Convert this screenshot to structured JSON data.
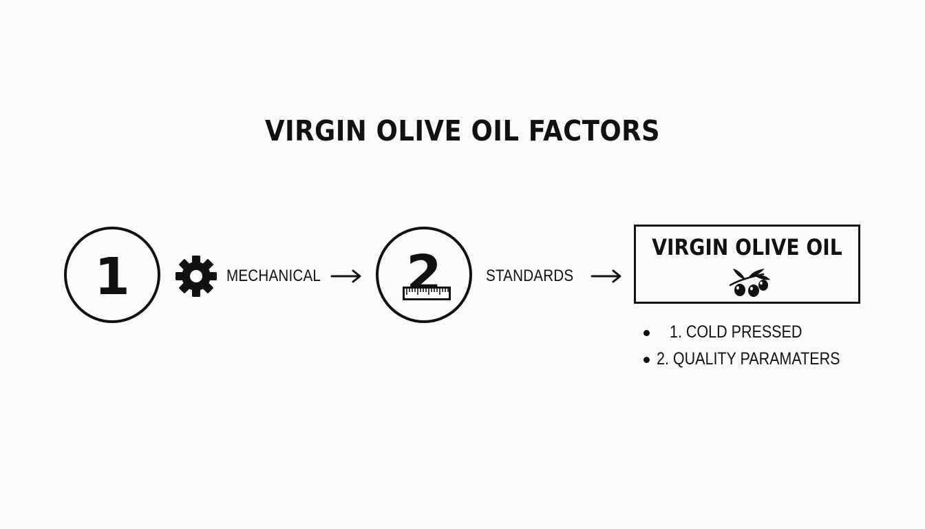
{
  "title": "VIRGIN OLIVE OIL FACTORS",
  "steps": [
    {
      "number": "1",
      "label": "MECHANICAL",
      "icon": "gear-icon"
    },
    {
      "number": "2",
      "label": "STANDARDS",
      "icon": "ruler-icon"
    }
  ],
  "result": {
    "title": "VIRGIN OLIVE OIL",
    "icon": "olive-branch-icon"
  },
  "bullets": [
    "1. COLD PRESSED",
    "2. QUALITY PARAMATERS"
  ],
  "colors": {
    "ink": "#111111",
    "background": "#fbfbfb"
  }
}
